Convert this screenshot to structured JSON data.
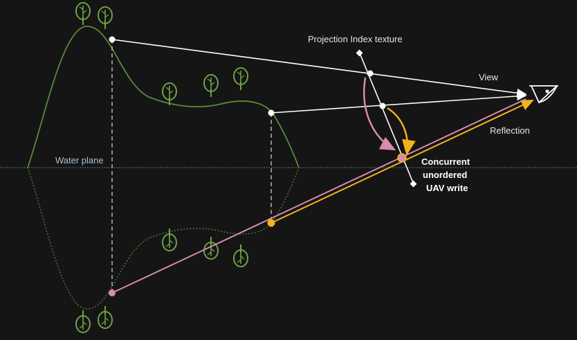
{
  "labels": {
    "water_plane": "Water plane",
    "projection_texture": "Projection Index texture",
    "view": "View",
    "reflection": "Reflection",
    "concurrent_line1": "Concurrent",
    "concurrent_line2": "unordered",
    "concurrent_line3": "UAV write"
  },
  "colors": {
    "background": "#151515",
    "terrain": "#5b8a3a",
    "terrain_reflection": "#4f7a33",
    "view_ray": "#ffffff",
    "reflection_pink": "#d98bb0",
    "reflection_orange": "#f2b418",
    "water_line": "#7f8a90"
  },
  "icons": [
    "eye-icon",
    "tree-icon"
  ]
}
